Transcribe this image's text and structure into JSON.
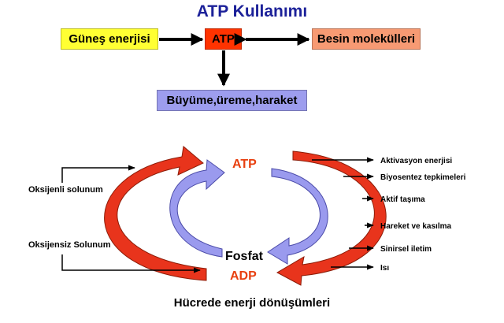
{
  "title": "ATP Kullanımı",
  "top": {
    "sun_energy": "Güneş enerjisi",
    "atp": "ATP",
    "food_molecules": "Besin molekülleri",
    "growth": "Büyüme,üreme,haraket"
  },
  "cycle": {
    "atp": "ATP",
    "adp": "ADP",
    "phosphate": "Fosfat"
  },
  "inputs": {
    "aerobic": "Oksijenli solunum",
    "anaerobic": "Oksijensiz Solunum"
  },
  "outputs": [
    "Aktivasyon enerjisi",
    "Biyosentez tepkimeleri",
    "Aktif taşıma",
    "Hareket ve kasılma",
    "Sinirsel iletim",
    "Isı"
  ],
  "caption": "Hücrede enerji dönüşümleri",
  "colors": {
    "title": "#1c2199",
    "sun_box": "#ffff33",
    "atp_box": "#ff3300",
    "food_box": "#f79a73",
    "growth_box": "#9d9dee",
    "red_arrow": "#e8341c",
    "blue_arrow": "#9a9aee",
    "atp_text": "#e84010"
  }
}
